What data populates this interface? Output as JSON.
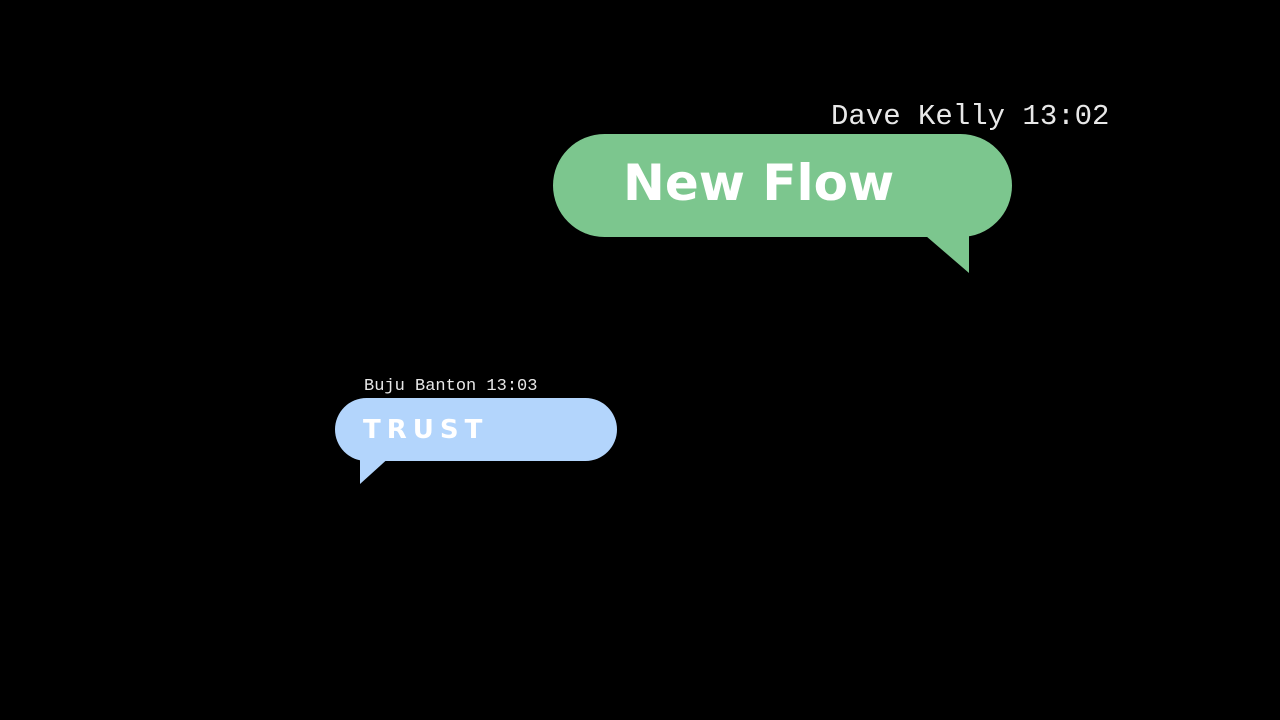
{
  "messages": [
    {
      "sender": "Dave Kelly",
      "time": "13:02",
      "meta": "Dave Kelly 13:02",
      "text": "New Flow",
      "color": "#7cc68e"
    },
    {
      "sender": "Buju Banton",
      "time": "13:03",
      "meta": "Buju Banton 13:03",
      "text": "TRUST",
      "color": "#b3d5fc"
    }
  ]
}
